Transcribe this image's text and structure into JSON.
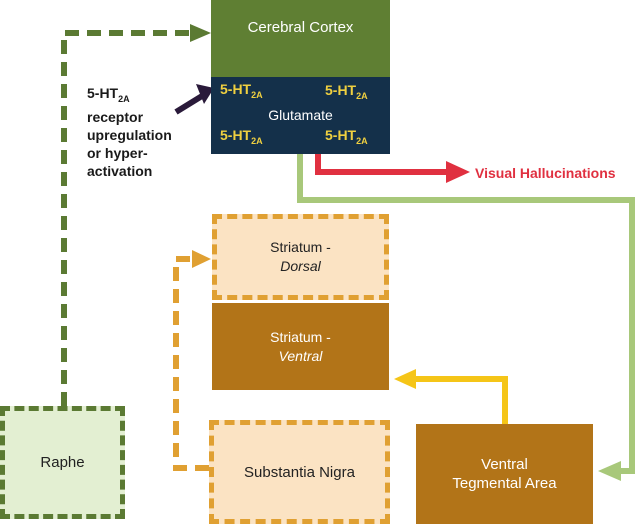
{
  "nodes": {
    "cortex": "Cerebral Cortex",
    "glutamate": "Glutamate",
    "receptor_main": "5-HT",
    "receptor_sub": "2A",
    "striatum_dorsal_1": "Striatum -",
    "striatum_dorsal_2": "Dorsal",
    "striatum_ventral_1": "Striatum -",
    "striatum_ventral_2": "Ventral",
    "raphe": "Raphe",
    "substantia_nigra": "Substantia Nigra",
    "vta_1": "Ventral",
    "vta_2": "Tegmental Area"
  },
  "annotation": {
    "main": "5-HT",
    "sub": "2A",
    "line1": "receptor",
    "line2": "upregulation",
    "line3": "or hyper-",
    "line4": "activation"
  },
  "output": "Visual Hallucinations",
  "colors": {
    "cortex": "#5f7f33",
    "glutamate": "#14304a",
    "receptor_text": "#f0d040",
    "striatum_light": "#fbe3c3",
    "brown": "#b27418",
    "raphe_fill": "#e3efd2",
    "dark_green_dash": "#5b7a33",
    "orange_dash": "#e0a032",
    "light_green_line": "#a8c87a",
    "yellow_arrow": "#f5c518",
    "red_arrow": "#e03040",
    "dark_arrow": "#2a1a3a"
  }
}
